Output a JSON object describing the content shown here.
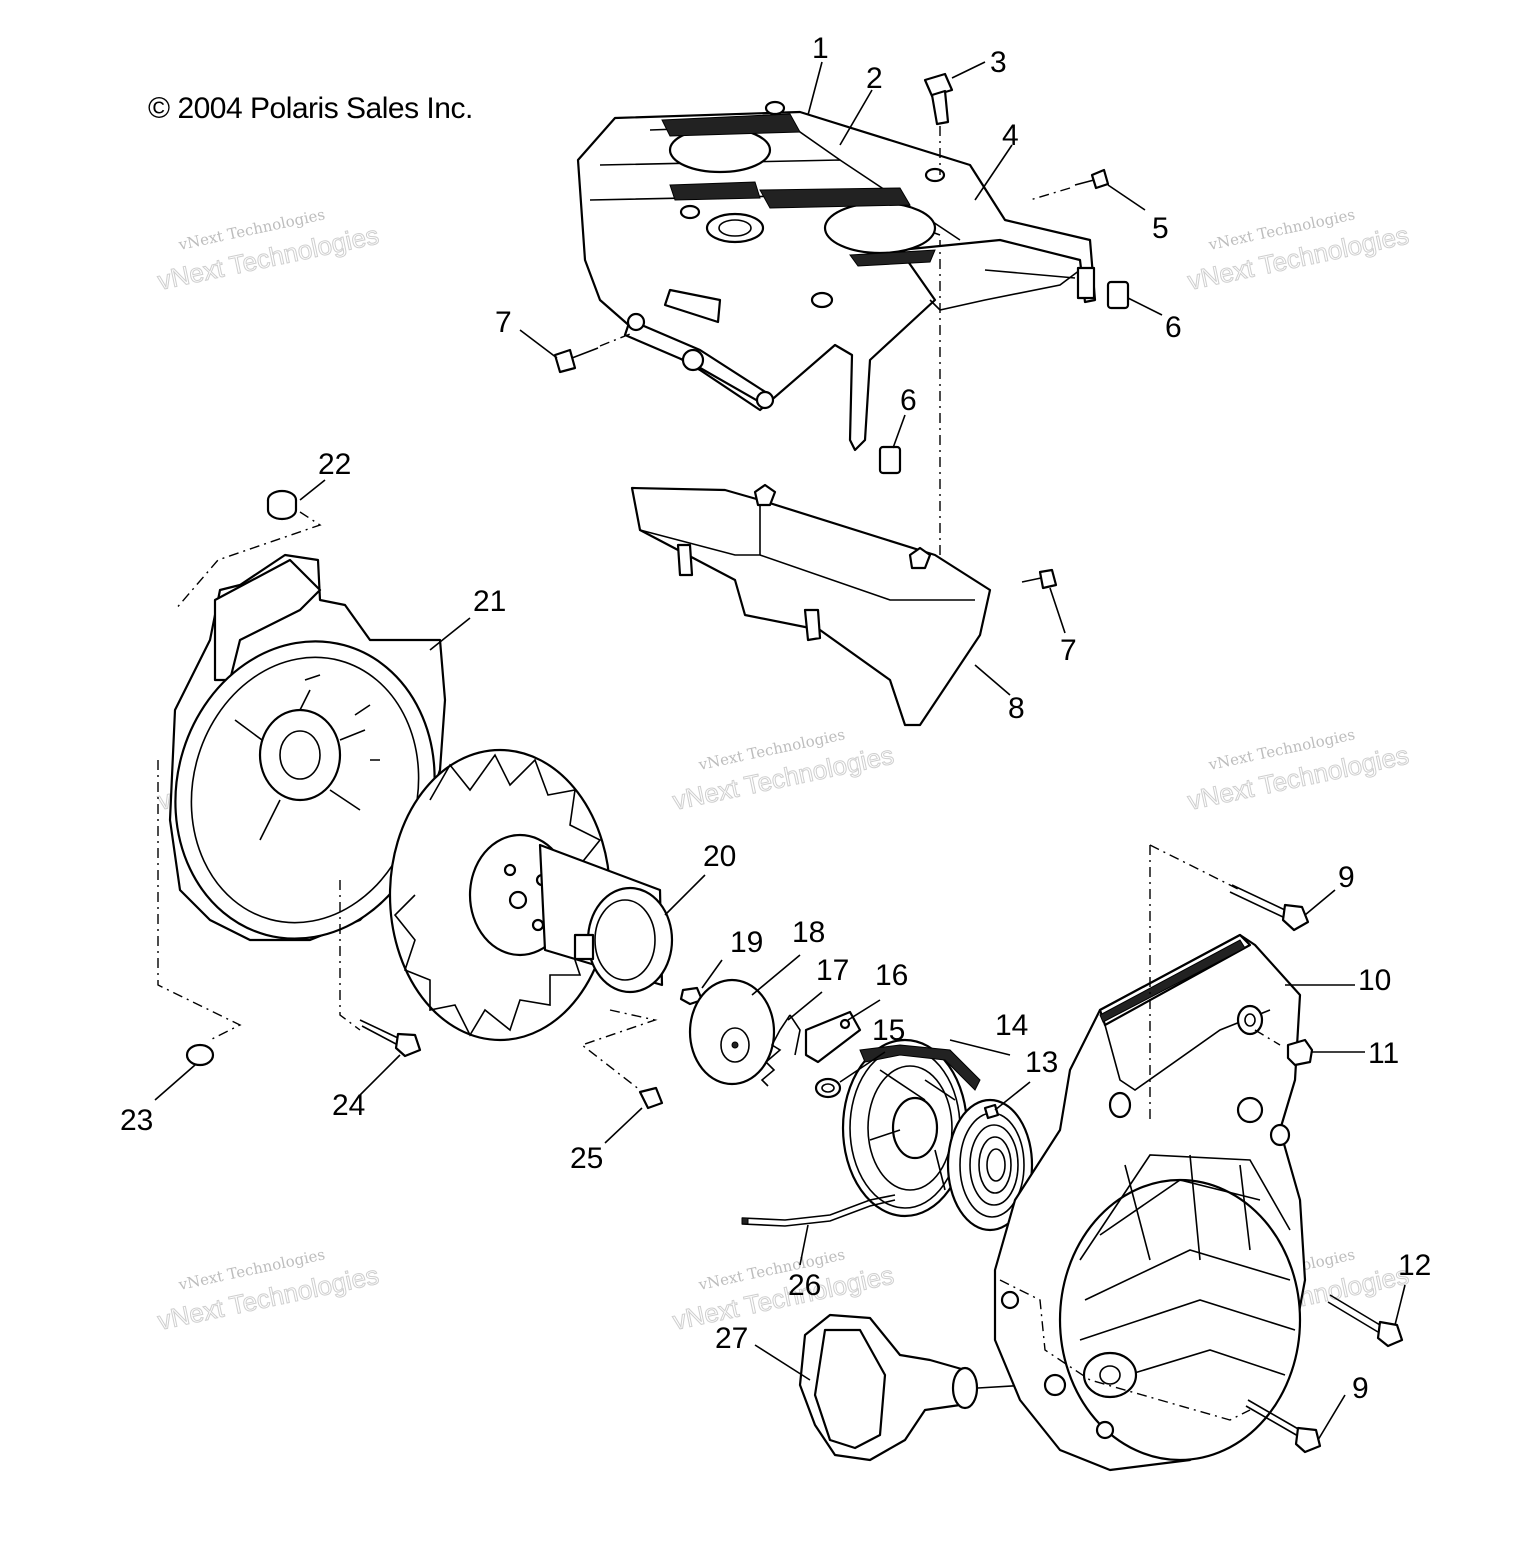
{
  "copyright": "© 2004 Polaris Sales Inc.",
  "watermark": {
    "line1": "vNext Technologies",
    "line2": "vNext Technologies"
  },
  "callouts": [
    "1",
    "2",
    "3",
    "4",
    "5",
    "6",
    "6",
    "7",
    "7",
    "8",
    "9",
    "9",
    "10",
    "11",
    "12",
    "13",
    "14",
    "15",
    "16",
    "17",
    "18",
    "19",
    "20",
    "21",
    "22",
    "23",
    "24",
    "25",
    "26",
    "27"
  ]
}
